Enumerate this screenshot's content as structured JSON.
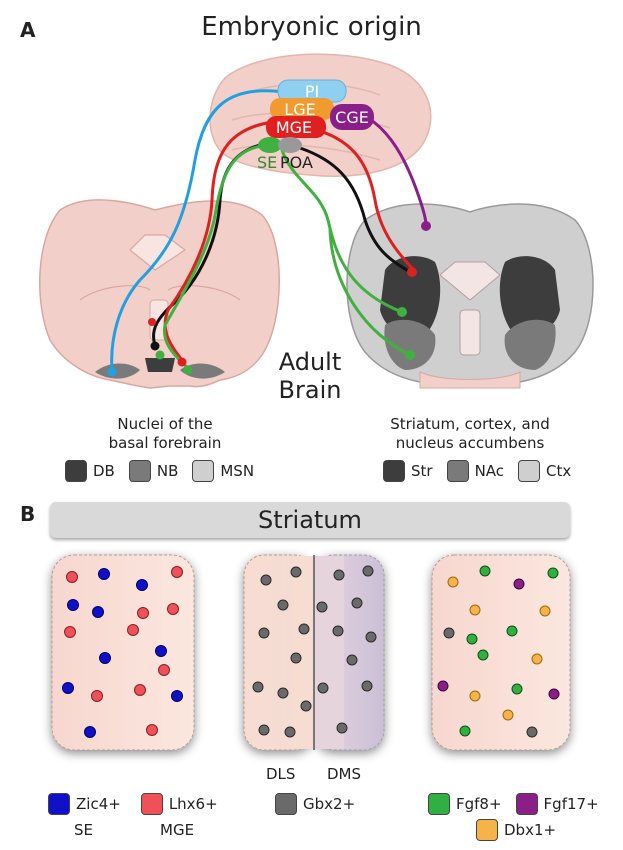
{
  "panel_a": {
    "letter": "A",
    "title": "Embryonic origin",
    "regions": {
      "pi": "PI",
      "lge": "LGE",
      "mge": "MGE",
      "cge": "CGE",
      "se": "SE",
      "poa": "POA"
    },
    "adult_label_1": "Adult",
    "adult_label_2": "Brain",
    "left_caption_1": "Nuclei of the",
    "left_caption_2": "basal forebrain",
    "right_caption_1": "Striatum, cortex, and",
    "right_caption_2": "nucleus accumbens",
    "left_legend": [
      {
        "label": "DB",
        "color": "#3d3d3d"
      },
      {
        "label": "NB",
        "color": "#7a7a7a"
      },
      {
        "label": "MSN",
        "color": "#cfcfcf"
      }
    ],
    "right_legend": [
      {
        "label": "Str",
        "color": "#3d3d3d"
      },
      {
        "label": "NAc",
        "color": "#7a7a7a"
      },
      {
        "label": "Ctx",
        "color": "#cfcfcf"
      }
    ]
  },
  "panel_b": {
    "letter": "B",
    "banner": "Striatum",
    "dls": "DLS",
    "dms": "DMS",
    "legend_1": [
      {
        "label": "Zic4+",
        "sub": "SE",
        "color": "#1010c8"
      },
      {
        "label": "Lhx6+",
        "sub": "MGE",
        "color": "#f0505a"
      }
    ],
    "legend_2": [
      {
        "label": "Gbx2+",
        "color": "#6a6a6a"
      }
    ],
    "legend_3": [
      {
        "label": "Fgf8+",
        "color": "#30b040"
      },
      {
        "label": "Fgf17+",
        "color": "#8a1f8a"
      },
      {
        "label": "Dbx1+",
        "color": "#f7b24a"
      }
    ]
  },
  "colors": {
    "pi": "#8fd0f0",
    "lge": "#f09a30",
    "mge": "#e02020",
    "cge": "#8a1f8a",
    "se": "#40b040",
    "poa": "#888888",
    "brain_pink": "#f3d0cc",
    "black_path": "#111111"
  }
}
